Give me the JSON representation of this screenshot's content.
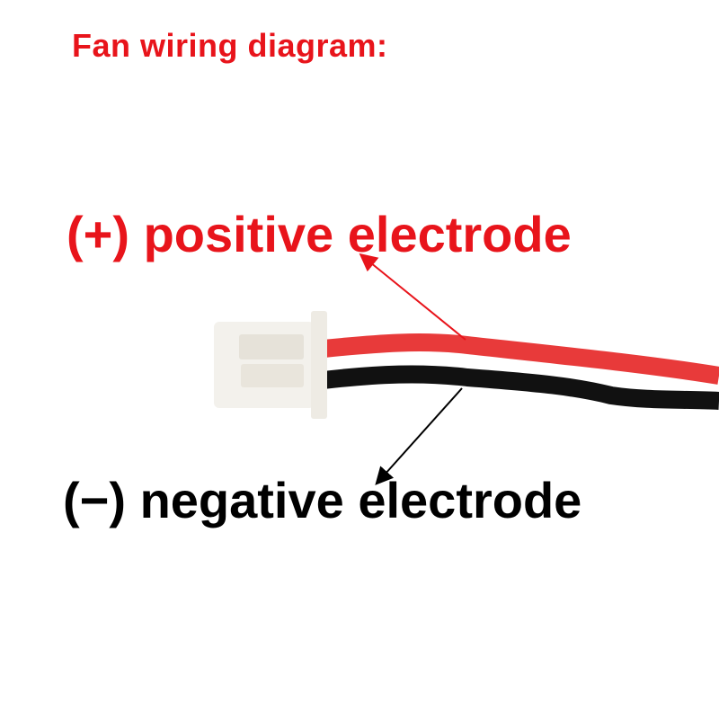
{
  "title": "Fan wiring diagram:",
  "positive": {
    "symbol": "(+)",
    "label": "positive electrode",
    "color": "#e8141b"
  },
  "negative": {
    "symbol": "(−)",
    "label": "negative electrode",
    "color": "#000000"
  }
}
